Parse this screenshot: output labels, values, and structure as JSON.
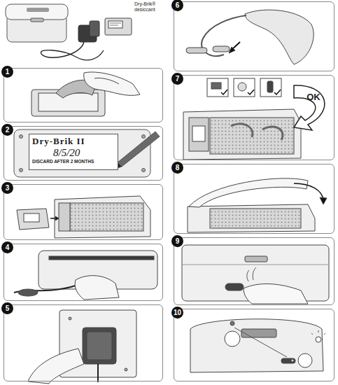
{
  "diagram": {
    "nodes": [
      {
        "text": [
          "1"
        ]
      },
      {
        "text": [
          "2"
        ]
      },
      {
        "text": [
          "Dry-Brik II",
          "8/5/20",
          "DISCARD AFTER 2 MONTHS"
        ],
        "in": 1
      },
      {
        "text": [
          "3"
        ]
      },
      {
        "text": [
          "4"
        ]
      },
      {
        "text": [
          "5"
        ]
      },
      {
        "text": [
          "6"
        ]
      },
      {
        "text": [
          "7"
        ]
      },
      {
        "text": [
          "8"
        ]
      },
      {
        "text": [
          "9"
        ]
      },
      {
        "text": [
          "10"
        ]
      }
    ],
    "labels": [
      "Dry-Brik® desiccant",
      "OK"
    ]
  }
}
